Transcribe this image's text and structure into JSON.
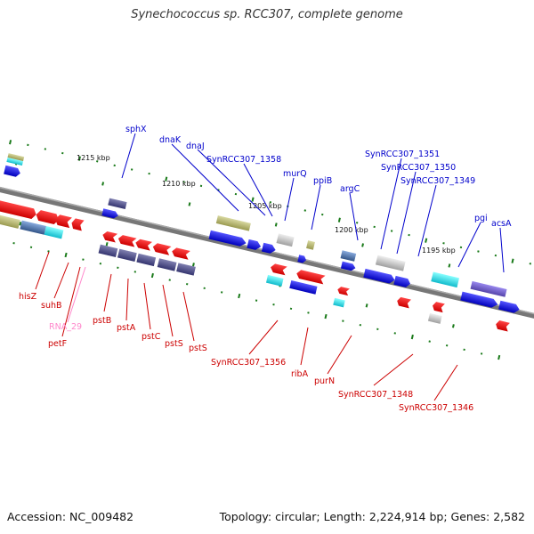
{
  "title": "Synechococcus sp. RCC307, complete genome",
  "footer": {
    "accession": "Accession: NC_009482",
    "stats": "Topology: circular; Length: 2,224,914 bp; Genes: 2,582"
  },
  "colors": {
    "backbone": "#777777",
    "label_top": "#0000cc",
    "label_bottom": "#cc0000",
    "label_rna": "#ff88cc",
    "tick": "#1a7a1a"
  },
  "scale_labels": [
    "1215 kbp",
    "1210 kbp",
    "1205 kbp",
    "1200 kbp",
    "1195 kbp"
  ],
  "top_labels": [
    "sphX",
    "dnaK",
    "dnaJ",
    "SynRCC307_1358",
    "murQ",
    "ppiB",
    "argC",
    "SynRCC307_1351",
    "SynRCC307_1350",
    "SynRCC307_1349",
    "pgi",
    "acsA"
  ],
  "bottom_labels": [
    "hisZ",
    "suhB",
    "RNA_29",
    "petF",
    "pstB",
    "pstA",
    "pstC",
    "pstS",
    "pstS",
    "SynRCC307_1356",
    "ribA",
    "purN",
    "SynRCC307_1348",
    "SynRCC307_1346"
  ]
}
